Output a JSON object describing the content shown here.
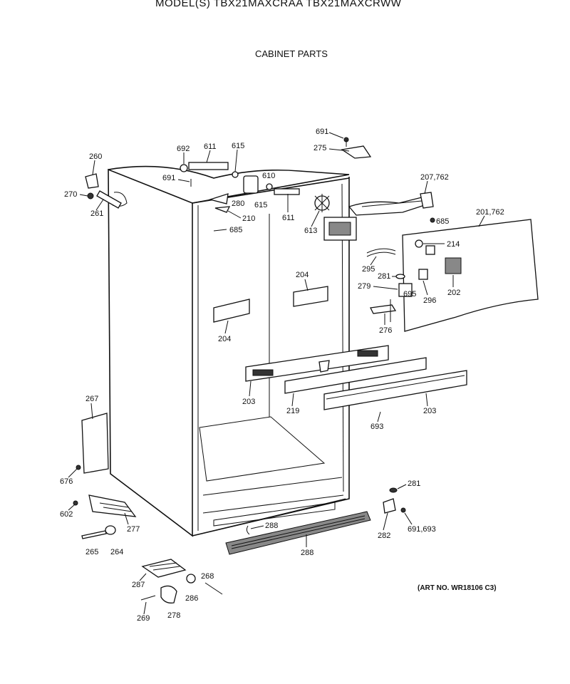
{
  "header": {
    "model_line": "MODEL(S) TBX21MAXCRAA  TBX21MAXCRWW"
  },
  "section_title": "CABINET PARTS",
  "art_number": "(ART NO. WR18106 C3)",
  "callouts": {
    "c691a": "691",
    "c275": "275",
    "c692": "692",
    "c611a": "611",
    "c615a": "615",
    "c260": "260",
    "c691b": "691",
    "c610": "610",
    "c207": "207,762",
    "c270": "270",
    "c280": "280",
    "c615b": "615",
    "c261": "261",
    "c210": "210",
    "c611b": "611",
    "c685a": "685",
    "c201": "201,762",
    "c685b": "685",
    "c613": "613",
    "c214": "214",
    "c295a": "295",
    "c204a": "204",
    "c281a": "281",
    "c279": "279",
    "c695": "695",
    "c202": "202",
    "c296": "296",
    "c204b": "204",
    "c276": "276",
    "c203a": "203",
    "c219": "219",
    "c203b": "203",
    "c267": "267",
    "c693": "693",
    "c676": "676",
    "c281b": "281",
    "c602": "602",
    "c277": "277",
    "c288a": "288",
    "c282": "282",
    "c691c": "691,693",
    "c265": "265",
    "c264": "264",
    "c288b": "288",
    "c268": "268",
    "c287": "287",
    "c286": "286",
    "c269": "269",
    "c278": "278"
  }
}
